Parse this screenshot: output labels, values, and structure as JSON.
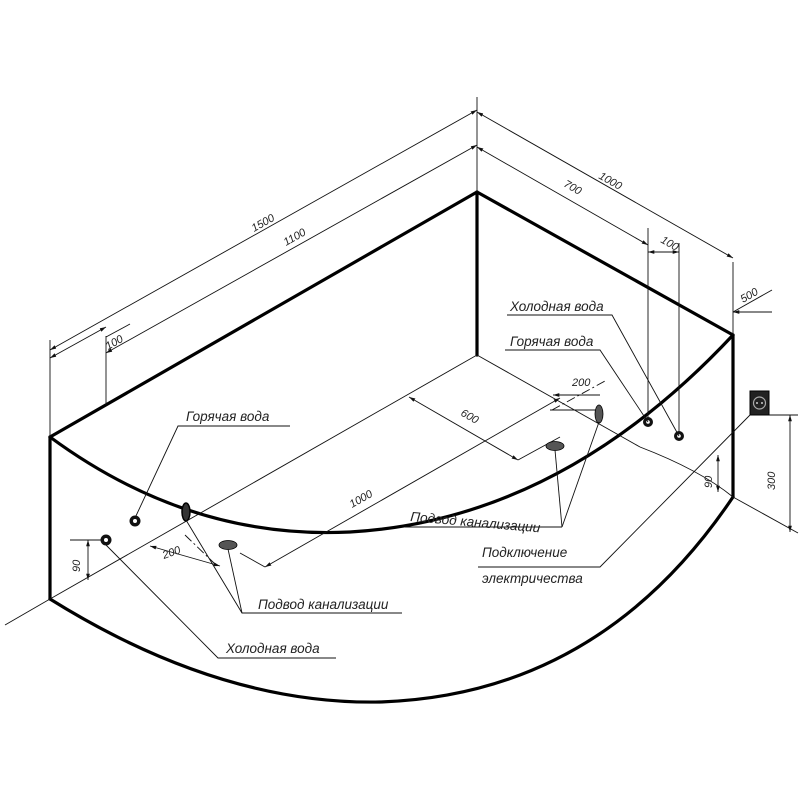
{
  "dimensions": {
    "length_total": "1500",
    "length_inner": "1100",
    "offset_left": "100",
    "width_total": "1000",
    "width_inner": "700",
    "offset_right": "100",
    "outlet_side": "500",
    "height_outlet": "300",
    "height_left": "90",
    "height_right": "90",
    "drain_offset_front": "200",
    "drain_offset_back": "200",
    "inner_depth": "600",
    "inner_length": "1000"
  },
  "labels": {
    "hot_water_left": "Горячая вода",
    "cold_water_right": "Холодная вода",
    "hot_water_right": "Горячая вода",
    "drain_right": "Подвод канализации",
    "electricity_line1": "Подключение",
    "electricity_line2": "электричества",
    "drain_left": "Подвод канализации",
    "cold_water_left": "Холодная вода"
  }
}
